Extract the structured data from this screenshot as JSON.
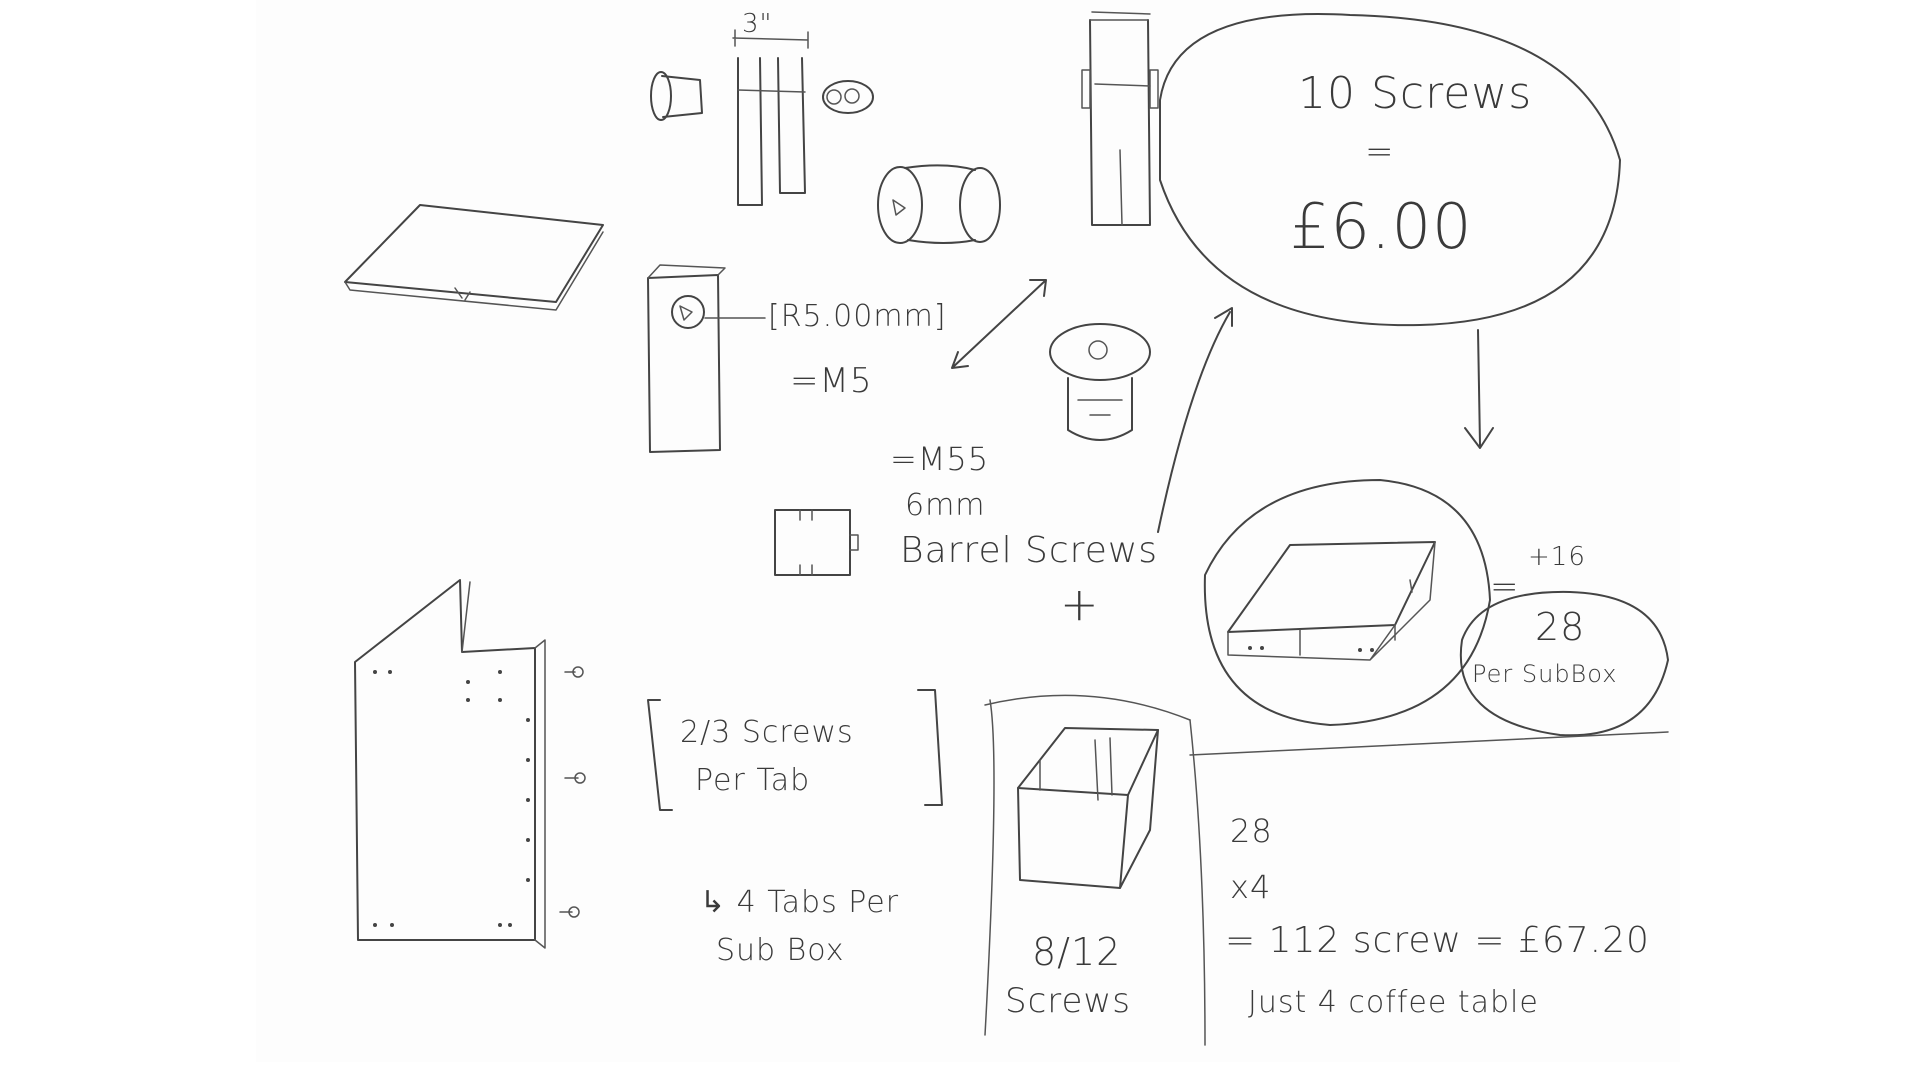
{
  "sketch": {
    "callout_cost": {
      "count_line": "10 Screws",
      "equals": "=",
      "price": "£6.00"
    },
    "hole_label": "[R5.00mm]",
    "m5_label": "=M5",
    "barrel_label": {
      "line1": "=M55",
      "line2": "6mm",
      "line3": "Barrel Screws"
    },
    "plus_sign": "+",
    "dimension_mark": "3\"",
    "tab_note": {
      "line1": "2/3 Screws",
      "line2": "Per Tab"
    },
    "tabs_note": {
      "line1": "↳ 4 Tabs Per",
      "line2": "Sub Box"
    },
    "box_screws": {
      "line1": "8/12",
      "line2": "Screws"
    },
    "sub_box_total": {
      "equals": "=",
      "plus": "+16",
      "value": "28",
      "label": "Per SubBox"
    },
    "calculation": {
      "line1": "28",
      "line2": "x4",
      "line3": "= 112 screw = £67.20",
      "line4": "Just 4 coffee table"
    }
  }
}
